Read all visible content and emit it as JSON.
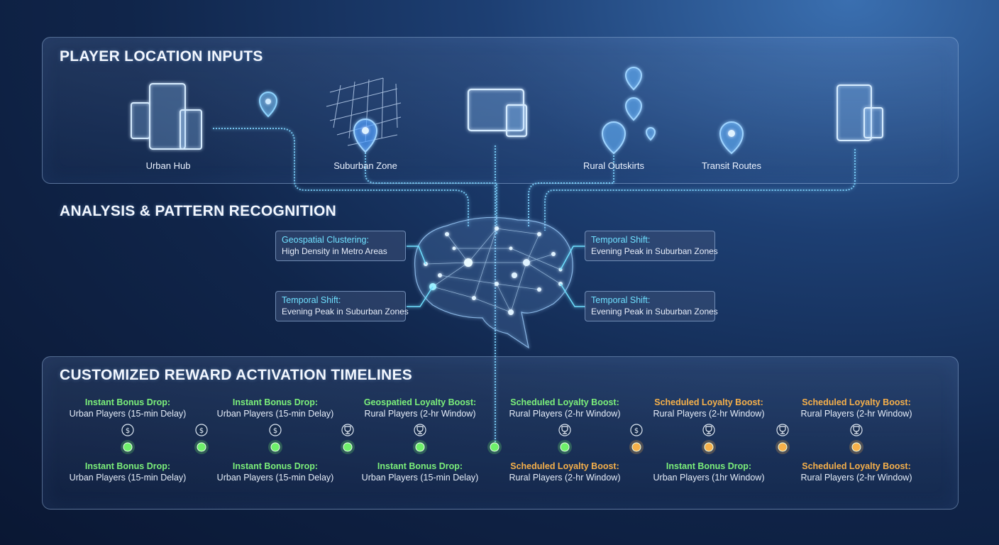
{
  "sections": {
    "inputs_title": "PLAYER LOCATION INPUTS",
    "analysis_title": "ANALYSIS & PATTERN RECOGNITION",
    "timelines_title": "CUSTOMIZED REWARD ACTIVATION TIMELINES"
  },
  "locations": [
    {
      "label": "Urban Hub",
      "icon": "mobile-devices-icon"
    },
    {
      "label": "Suburban Zone",
      "icon": "map-pin-icon"
    },
    {
      "label": "Rural Outskirts",
      "icon": "map-pin-icon"
    },
    {
      "label": "Transit Routes",
      "icon": "map-pin-icon"
    }
  ],
  "insights": [
    {
      "title": "Geospatial Clustering:",
      "subtitle": "High Density in Metro Areas"
    },
    {
      "title": "Temporal Shift:",
      "subtitle": "Evening Peak in Suburban Zones"
    },
    {
      "title": "Temporal Shift:",
      "subtitle": "Evening Peak in Suburban Zones"
    },
    {
      "title": "Temporal Shift:",
      "subtitle": "Evening Peak in Suburban Zones"
    }
  ],
  "timeline_top": [
    {
      "title": "Instant Bonus Drop:",
      "subtitle": "Urban Players (15-min Delay)",
      "color": "green"
    },
    {
      "title": "Instant Bonus Drop:",
      "subtitle": "Urban Players (15-min Delay)",
      "color": "green"
    },
    {
      "title": "Geospatied Loyalty Boost:",
      "subtitle": "Rural Players (2-hr Window)",
      "color": "green"
    },
    {
      "title": "Scheduled Loyalty Boost:",
      "subtitle": "Rural Players (2-hr Window)",
      "color": "green"
    },
    {
      "title": "Scheduled Loyalty Boost:",
      "subtitle": "Rural Players (2-hr Window)",
      "color": "orange"
    },
    {
      "title": "Scheduled Loyalty Boost:",
      "subtitle": "Rural Players (2-hr Window)",
      "color": "orange"
    }
  ],
  "timeline_bottom": [
    {
      "title": "Instant Bonus Drop:",
      "subtitle": "Urban Players (15-min Delay)",
      "color": "green"
    },
    {
      "title": "Instant Bonus Drop:",
      "subtitle": "Urban Players (15-min Delay)",
      "color": "green"
    },
    {
      "title": "Instant Bonus Drop:",
      "subtitle": "Urban Players (15-min Delay)",
      "color": "green"
    },
    {
      "title": "Scheduled Loyalty Boost:",
      "subtitle": "Rural Players (2-hr Window)",
      "color": "orange"
    },
    {
      "title": "Instant Bonus Drop:",
      "subtitle": "Urban Players (1hr Window)",
      "color": "green"
    },
    {
      "title": "Scheduled Loyalty Boost:",
      "subtitle": "Rural Players (2-hr Window)",
      "color": "orange"
    }
  ],
  "timeline_icons": [
    "dollar-icon",
    "dollar-icon",
    "dollar-icon",
    "trophy-icon",
    "trophy-icon",
    "trophy-icon",
    "dollar-icon",
    "trophy-icon",
    "trophy-icon",
    "trophy-icon"
  ],
  "colors": {
    "green": "#6ff06a",
    "orange": "#f6b04a",
    "cyan": "#6fe0ff",
    "accent": "#9fd0ff"
  }
}
